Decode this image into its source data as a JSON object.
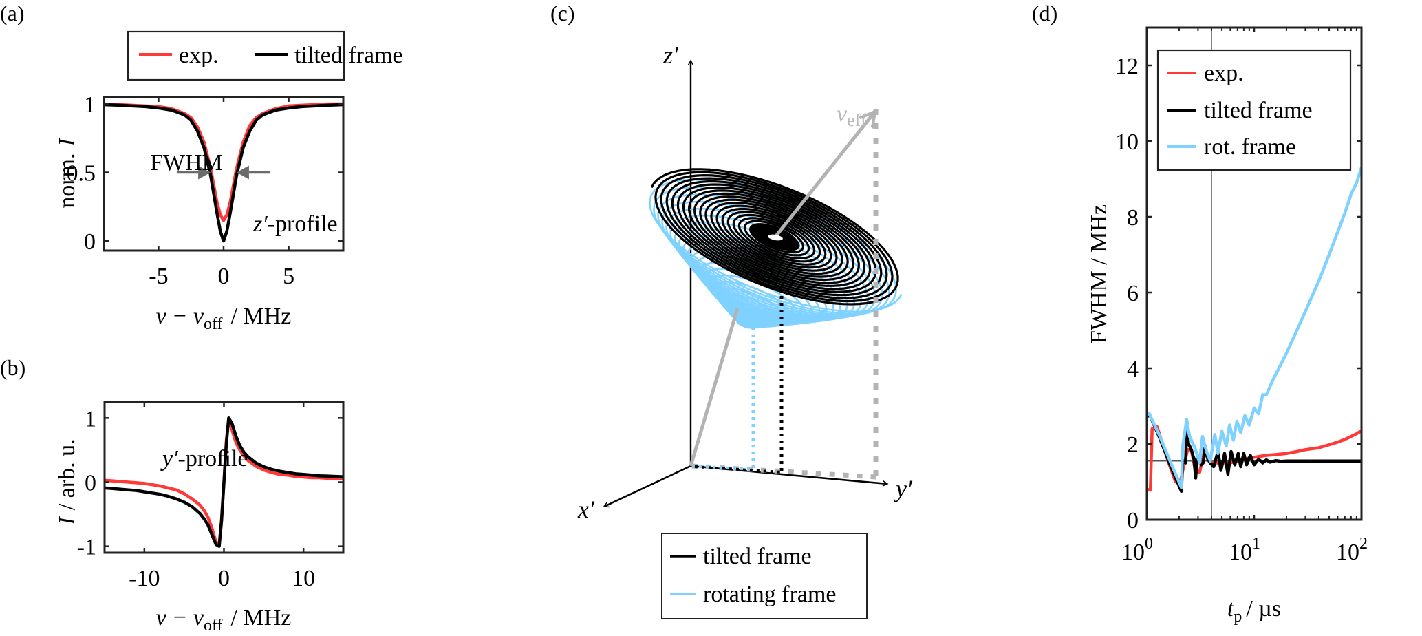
{
  "figure": {
    "colors": {
      "exp": "#ff3838",
      "tilted": "#000000",
      "rot": "#7fd2ff",
      "annotation_gray": "#6b6b6b",
      "light_gray": "#b3b3b3",
      "ref_line": "#555555"
    }
  },
  "chart_data": [
    {
      "id": "a",
      "panel_label": "(a)",
      "type": "line",
      "title": "",
      "xlabel": "ν − ν_off / MHz",
      "xlabel_parts": {
        "nu": "ν",
        "minus": "−",
        "nu2": "ν",
        "sub": "off",
        "unit": "/ MHz"
      },
      "ylabel": "norm. I",
      "ylabel_parts": {
        "text": "norm.",
        "var": "I"
      },
      "xlim": [
        -9.2,
        9.2
      ],
      "ylim": [
        -0.07,
        1.05
      ],
      "xticks": [
        -5,
        0,
        5
      ],
      "xtick_labels": [
        "-5",
        "0",
        "5"
      ],
      "yticks": [
        0,
        0.5,
        1
      ],
      "ytick_labels": [
        "0",
        "0.5",
        "1"
      ],
      "legend": {
        "placement": "top (outside)",
        "orientation": "horizontal",
        "entries": [
          "exp.",
          "tilted frame"
        ]
      },
      "annotations": {
        "fwhm_text": "FWHM",
        "profile_label": "z′-profile",
        "profile_var": "z′",
        "profile_rest": "-profile",
        "fwhm_arrows_at_y": 0.5,
        "fwhm_arrow_left_x": [
          -3.6,
          -1.0
        ],
        "fwhm_arrow_right_x": [
          3.6,
          1.0
        ]
      },
      "series": [
        {
          "name": "exp.",
          "key": "exp",
          "model": "lorentz_dip",
          "params": {
            "depth": 0.85,
            "hwhm": 1.05,
            "baseline": 1.0
          },
          "x": [
            -9.2,
            -8,
            -6,
            -5,
            -4,
            -3,
            -2.5,
            -2,
            -1.5,
            -1,
            -0.5,
            -0.25,
            0,
            0.25,
            0.5,
            1,
            1.5,
            2,
            2.5,
            3,
            4,
            5,
            6,
            8,
            9.2
          ],
          "y": [
            1.0,
            0.995,
            0.985,
            0.98,
            0.965,
            0.93,
            0.9,
            0.83,
            0.72,
            0.53,
            0.28,
            0.19,
            0.15,
            0.19,
            0.28,
            0.53,
            0.72,
            0.84,
            0.9,
            0.93,
            0.965,
            0.985,
            0.99,
            1.0,
            1.0
          ]
        },
        {
          "name": "tilted frame",
          "key": "tilted",
          "model": "lorentz_dip",
          "x": [
            -9.2,
            -8,
            -6,
            -5,
            -4,
            -3,
            -2.5,
            -2,
            -1.5,
            -1,
            -0.5,
            -0.25,
            0,
            0.25,
            0.5,
            1,
            1.5,
            2,
            2.5,
            3,
            4,
            5,
            6,
            8,
            9.2
          ],
          "y": [
            0.995,
            0.99,
            0.98,
            0.97,
            0.955,
            0.92,
            0.88,
            0.8,
            0.68,
            0.48,
            0.2,
            0.07,
            0.0,
            0.07,
            0.2,
            0.48,
            0.68,
            0.8,
            0.88,
            0.92,
            0.955,
            0.97,
            0.98,
            0.99,
            0.995
          ]
        }
      ]
    },
    {
      "id": "b",
      "panel_label": "(b)",
      "type": "line",
      "title": "",
      "xlabel": "ν − ν_off / MHz",
      "xlabel_parts": {
        "nu": "ν",
        "minus": "−",
        "nu2": "ν",
        "sub": "off",
        "unit": "/ MHz"
      },
      "ylabel": "I / arb. u.",
      "ylabel_parts": {
        "var": "I",
        "text": "/ arb. u."
      },
      "xlim": [
        -15,
        15
      ],
      "ylim": [
        -1.1,
        1.25
      ],
      "xticks": [
        -10,
        0,
        10
      ],
      "xtick_labels": [
        "-10",
        "0",
        "10"
      ],
      "yticks": [
        -1,
        0,
        1
      ],
      "ytick_labels": [
        "-1",
        "0",
        "1"
      ],
      "annotations": {
        "profile_label": "y′-profile",
        "profile_var": "y′",
        "profile_rest": "-profile"
      },
      "series": [
        {
          "name": "exp.",
          "key": "exp",
          "x": [
            -15,
            -14,
            -13,
            -12,
            -11,
            -10,
            -9,
            -8,
            -7,
            -6,
            -5,
            -4,
            -3,
            -2.5,
            -2,
            -1.5,
            -1,
            -0.6,
            -0.3,
            0,
            0.3,
            0.6,
            1,
            1.5,
            2,
            2.5,
            3,
            4,
            5,
            6,
            7,
            8,
            9,
            10,
            11,
            12,
            13,
            14,
            15
          ],
          "y": [
            0.03,
            0.02,
            0.01,
            0.0,
            -0.01,
            -0.02,
            -0.04,
            -0.06,
            -0.09,
            -0.12,
            -0.18,
            -0.26,
            -0.36,
            -0.44,
            -0.55,
            -0.72,
            -0.93,
            -0.97,
            -0.6,
            0.0,
            0.65,
            0.97,
            0.82,
            0.62,
            0.5,
            0.41,
            0.34,
            0.25,
            0.19,
            0.15,
            0.12,
            0.11,
            0.09,
            0.08,
            0.07,
            0.07,
            0.06,
            0.05,
            0.05
          ]
        },
        {
          "name": "tilted frame",
          "key": "tilted",
          "x": [
            -15,
            -14,
            -13,
            -12,
            -11,
            -10,
            -9,
            -8,
            -7,
            -6,
            -5,
            -4,
            -3,
            -2.5,
            -2,
            -1.5,
            -1,
            -0.6,
            -0.3,
            0,
            0.3,
            0.6,
            1,
            1.5,
            2,
            2.5,
            3,
            4,
            5,
            6,
            7,
            8,
            9,
            10,
            11,
            12,
            13,
            14,
            15
          ],
          "y": [
            -0.09,
            -0.1,
            -0.11,
            -0.12,
            -0.13,
            -0.15,
            -0.17,
            -0.19,
            -0.22,
            -0.26,
            -0.31,
            -0.38,
            -0.49,
            -0.57,
            -0.67,
            -0.82,
            -0.97,
            -1.0,
            -0.6,
            0.0,
            0.6,
            1.0,
            0.92,
            0.72,
            0.57,
            0.47,
            0.4,
            0.3,
            0.24,
            0.2,
            0.17,
            0.15,
            0.13,
            0.12,
            0.11,
            0.1,
            0.095,
            0.09,
            0.085
          ]
        }
      ]
    },
    {
      "id": "c",
      "panel_label": "(c)",
      "type": "diagram-3d",
      "axes": {
        "z": "z′",
        "y": "y′",
        "x": "x′"
      },
      "vector_label": "ν_eff",
      "vector_label_parts": {
        "nu": "ν",
        "sub": "eff"
      },
      "legend": {
        "placement": "bottom",
        "entries": [
          "tilted frame",
          "rotating frame"
        ]
      },
      "spiral": {
        "turns_tilted": 22,
        "turns_rot": 22
      }
    },
    {
      "id": "d",
      "panel_label": "(d)",
      "type": "line",
      "title": "",
      "xlabel": "t_p / µs",
      "xlabel_parts": {
        "var": "t",
        "sub": "p",
        "unit": "/ µs"
      },
      "ylabel": "FWHM / MHz",
      "xscale": "log",
      "xlim": [
        1,
        100
      ],
      "ylim": [
        0,
        13
      ],
      "xticks": [
        1,
        10,
        100
      ],
      "xtick_labels": [
        {
          "base": "10",
          "exp": "0"
        },
        {
          "base": "10",
          "exp": "1"
        },
        {
          "base": "10",
          "exp": "2"
        }
      ],
      "yticks": [
        0,
        2,
        4,
        6,
        8,
        10,
        12
      ],
      "ytick_labels": [
        "0",
        "2",
        "4",
        "6",
        "8",
        "10",
        "12"
      ],
      "reference_lines": {
        "vertical_x": 4.0,
        "horizontal_y": 1.55
      },
      "legend": {
        "placement": "top-right",
        "entries": [
          "exp.",
          "tilted frame",
          "rot. frame"
        ]
      },
      "series": [
        {
          "name": "exp.",
          "key": "exp",
          "x": [
            1.0,
            1.08,
            1.12,
            1.25,
            1.4,
            1.6,
            1.85,
            2.05,
            2.2,
            2.4,
            2.6,
            2.85,
            3.1,
            3.4,
            3.7,
            4.0,
            4.5,
            5,
            6,
            7,
            8,
            10,
            13,
            16,
            20,
            25,
            30,
            40,
            50,
            60,
            70,
            80,
            90,
            100
          ],
          "y": [
            0.8,
            0.78,
            2.4,
            2.45,
            2.0,
            1.5,
            1.0,
            0.98,
            1.4,
            1.85,
            1.85,
            1.25,
            1.25,
            1.75,
            1.65,
            1.5,
            1.5,
            1.5,
            1.5,
            1.55,
            1.6,
            1.65,
            1.7,
            1.72,
            1.75,
            1.8,
            1.85,
            1.9,
            1.98,
            2.05,
            2.12,
            2.2,
            2.27,
            2.35
          ]
        },
        {
          "name": "tilted frame",
          "key": "tilted",
          "x": [
            1.0,
            1.05,
            1.3,
            1.7,
            2.1,
            2.15,
            2.2,
            2.3,
            2.35,
            2.45,
            2.6,
            2.75,
            2.85,
            2.95,
            3.05,
            3.2,
            3.35,
            3.5,
            3.7,
            3.9,
            4.2,
            4.6,
            4.9,
            5.3,
            5.7,
            6.1,
            6.6,
            7.1,
            7.5,
            8.0,
            8.5,
            9.2,
            10,
            11,
            12,
            13,
            14,
            16,
            18,
            20,
            30,
            50,
            100
          ],
          "y": [
            2.7,
            2.8,
            2.2,
            1.35,
            0.75,
            1.5,
            1.55,
            1.5,
            2.4,
            2.0,
            1.85,
            1.6,
            1.1,
            1.7,
            1.55,
            1.45,
            1.5,
            1.95,
            1.6,
            1.5,
            1.4,
            1.8,
            1.3,
            1.75,
            1.2,
            1.8,
            1.45,
            1.75,
            1.4,
            1.75,
            1.45,
            1.7,
            1.45,
            1.6,
            1.5,
            1.58,
            1.52,
            1.56,
            1.54,
            1.55,
            1.55,
            1.55,
            1.55
          ]
        },
        {
          "name": "rot. frame",
          "key": "rot",
          "x": [
            1.0,
            1.05,
            1.3,
            1.7,
            2.1,
            2.15,
            2.35,
            2.5,
            2.8,
            3.1,
            3.3,
            3.6,
            3.9,
            4.3,
            4.6,
            5.0,
            5.5,
            5.9,
            6.4,
            6.9,
            7.5,
            8.2,
            9.0,
            10,
            11,
            12,
            13,
            15,
            17,
            20,
            25,
            30,
            40,
            50,
            60,
            70,
            80,
            90,
            100
          ],
          "y": [
            2.75,
            2.8,
            2.25,
            1.45,
            0.85,
            1.9,
            2.65,
            2.2,
            1.9,
            1.5,
            2.2,
            1.8,
            1.55,
            2.25,
            1.75,
            2.35,
            1.95,
            2.5,
            2.1,
            2.6,
            2.3,
            2.75,
            2.5,
            2.95,
            2.8,
            3.3,
            3.3,
            3.7,
            4.0,
            4.4,
            5.0,
            5.5,
            6.3,
            7.0,
            7.6,
            8.1,
            8.6,
            8.9,
            9.3
          ]
        }
      ]
    }
  ]
}
